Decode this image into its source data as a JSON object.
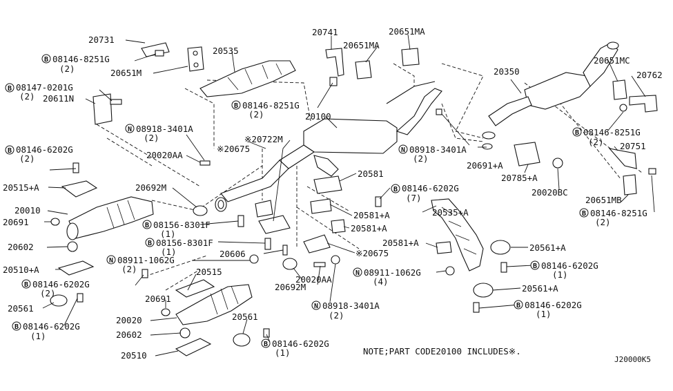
{
  "labels": {
    "l20731": "20731",
    "l_b08146_8251g_a": "08146-8251G",
    "l_qty2_a": "(2)",
    "l20651m": "20651M",
    "l_b08147_0201g": "08147-0201G",
    "l_qty2_b": "(2)",
    "l20611n": "20611N",
    "l20535": "20535",
    "l20741": "20741",
    "l20651ma_a": "20651MA",
    "l20651ma_b": "20651MA",
    "l_b08146_8251g_b": "08146-8251G",
    "l_qty2_c": "(2)",
    "l20100": "20100",
    "l_n08918_3401a_a": "08918-3401A",
    "l_qty2_d": "(2)",
    "l20020aa_a": "20020AA",
    "l20722m": "※20722M",
    "l20675_a": "※20675",
    "l_b08146_6202g_a": "08146-6202G",
    "l_qty2_e": "(2)",
    "l20515a": "20515+A",
    "l20692m_a": "20692M",
    "l20010": "20010",
    "l20691_a": "20691",
    "l_b08156_8301f_a": "08156-8301F",
    "l_qty1_a": "(1)",
    "l_b08156_8301f_b": "08156-8301F",
    "l_qty1_b": "(1)",
    "l20602_a": "20602",
    "l20510a": "20510+A",
    "l_n08911_1062g_a": "08911-1062G",
    "l_qty2_f": "(2)",
    "l20606": "20606",
    "l_b08146_6202g_b": "08146-6202G",
    "l_qty2_g": "(2)",
    "l20515": "20515",
    "l20561_a": "20561",
    "l_b08146_6202g_c": "08146-6202G",
    "l_qty1_c": "(1)",
    "l20691_b": "20691",
    "l20020": "20020",
    "l20602_b": "20602",
    "l20510": "20510",
    "l20561_b": "20561",
    "l_b08146_6202g_d": "08146-6202G",
    "l_qty1_d": "(1)",
    "l20581": "20581",
    "l_b08146_6202g_e": "08146-6202G",
    "l_qty7": "(7)",
    "l20581a_a": "20581+A",
    "l20581a_b": "20581+A",
    "l20675_b": "※20675",
    "l20692m_b": "20692M",
    "l20020aa_b": "20020AA",
    "l_n08911_1062g_b": "08911-1062G",
    "l_qty4": "(4)",
    "l_n08918_3401a_b": "08918-3401A",
    "l_qty2_h": "(2)",
    "l_n08918_3401a_c": "08918-3401A",
    "l_qty2_i": "(2)",
    "l20691a": "20691+A",
    "l20350": "20350",
    "l20651mc": "20651MC",
    "l20762": "20762",
    "l_b08146_8251g_c": "08146-8251G",
    "l_qty2_j": "(2)",
    "l20751": "20751",
    "l20785a": "20785+A",
    "l20020bc": "20020BC",
    "l20651mb": "20651MB",
    "l_b08146_8251g_d": "08146-8251G",
    "l_qty2_k": "(2)",
    "l20535a": "20535+A",
    "l20581a_c": "20581+A",
    "l20561a_a": "20561+A",
    "l_b08146_6202g_f": "08146-6202G",
    "l_qty1_e": "(1)",
    "l20561a_b": "20561+A",
    "l_b08146_6202g_g": "08146-6202G",
    "l_qty1_f": "(1)"
  },
  "symbols": {
    "bolt": "B",
    "nut": "N",
    "asterisk": "※"
  },
  "note": "NOTE;PART CODE20100 INCLUDES※.",
  "diagram_code": "J20000K5"
}
